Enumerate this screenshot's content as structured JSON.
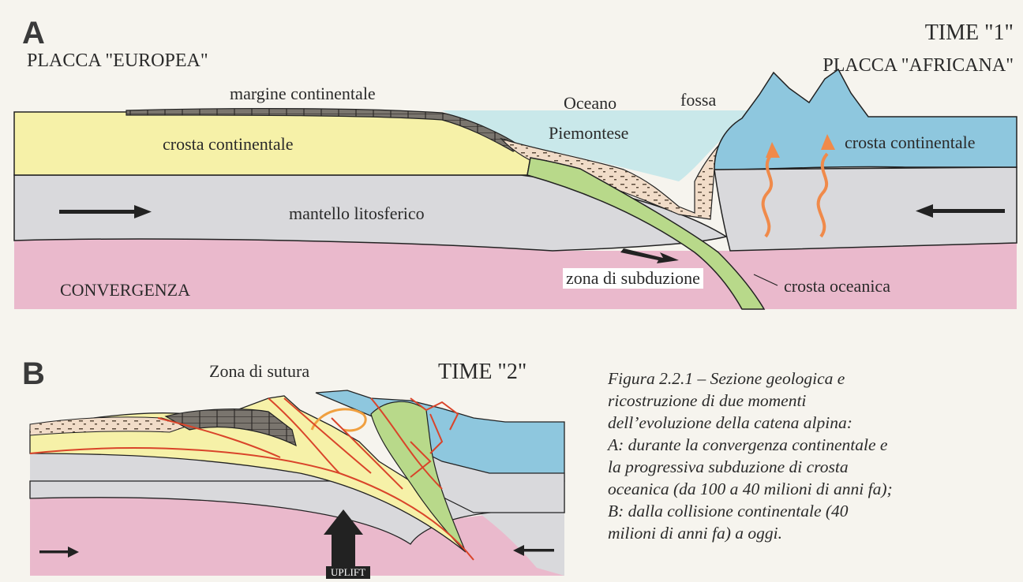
{
  "panel_a": {
    "letter": "A",
    "time": "TIME \"1\"",
    "plate_left": "PLACCA \"EUROPEA\"",
    "plate_right": "PLACCA \"AFRICANA\"",
    "labels": {
      "margin": "margine continentale",
      "ocean_1": "Oceano",
      "ocean_2": "Piemontese",
      "trench": "fossa",
      "crust_left": "crosta continentale",
      "crust_right": "crosta continentale",
      "mantle": "mantello litosferico",
      "subduction": "zona di subduzione",
      "oceanic_crust": "crosta oceanica",
      "convergence": "CONVERGENZA"
    }
  },
  "panel_b": {
    "letter": "B",
    "time": "TIME \"2\"",
    "suture": "Zona di sutura",
    "uplift": "UPLIFT"
  },
  "caption": [
    "Figura 2.2.1 – Sezione geologica e",
    "ricostruzione di due momenti",
    "dell’evoluzione della catena alpina:",
    "A: durante la convergenza continentale e",
    "la progressiva subduzione di crosta",
    "oceanica (da 100 a 40 milioni di anni fa);",
    "B: dalla collisione continentale (40",
    "milioni di anni fa) a oggi."
  ],
  "colors": {
    "continental_crust_europe": "#f6f1a8",
    "continental_crust_africa": "#8ec7de",
    "lithospheric_mantle": "#d9d9dc",
    "asthenosphere": "#eab9cc",
    "ocean": "#c9e8ea",
    "oceanic_crust": "#b8d98a",
    "sediments": "#f1dcc8",
    "faults": "#d9442a",
    "heat_arrows": "#f08a4a"
  }
}
